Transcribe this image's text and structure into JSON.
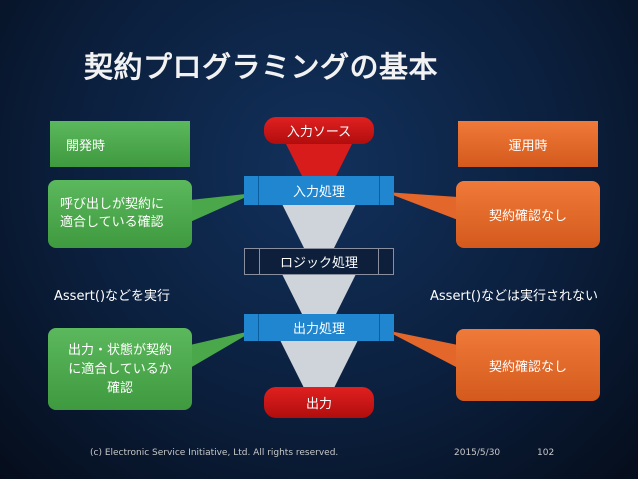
{
  "slide": {
    "title": "契約プログラミングの基本",
    "dev_label": "開発時",
    "run_label": "運用時",
    "input_source": "入力ソース",
    "input_process": "入力処理",
    "logic_process": "ロジック処理",
    "output_process": "出力処理",
    "output": "出力",
    "dev_check_input": [
      "呼び出しが契約に",
      "適合している確認"
    ],
    "dev_check_output": [
      "出力・状態が契約",
      "に適合しているか",
      "確認"
    ],
    "run_check_input": "契約確認なし",
    "run_check_output": "契約確認なし",
    "dev_assert": "Assert()などを実行",
    "run_assert": "Assert()などは実行されない"
  },
  "footer": {
    "copyright": "(c) Electronic Service Initiative, Ltd. All rights reserved.",
    "date": "2015/5/30",
    "page": "102"
  },
  "colors": {
    "green": "#4aa84a",
    "orange": "#e3662a",
    "red": "#cc1414",
    "blue": "#1f86cf",
    "background": "#0b1f3d"
  }
}
